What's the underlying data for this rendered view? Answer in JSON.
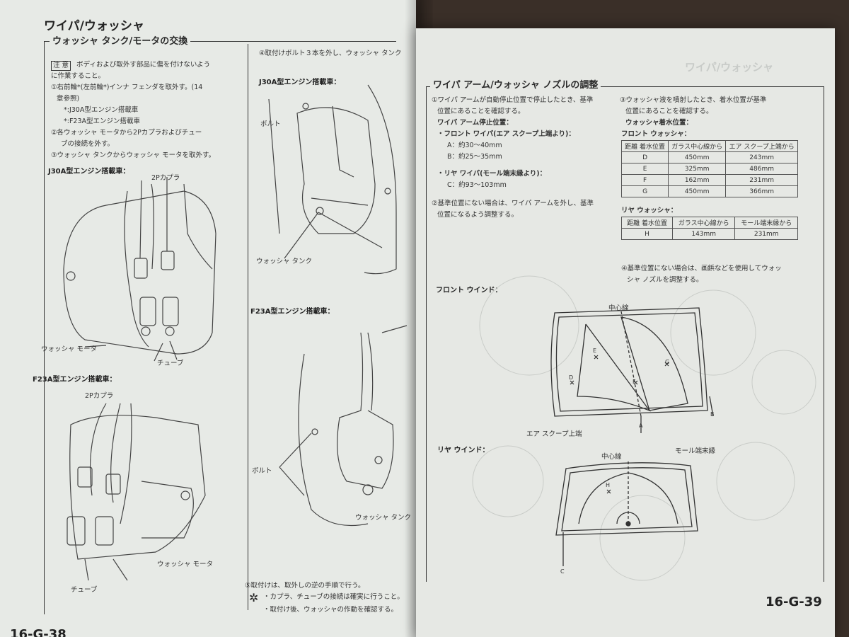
{
  "left_page": {
    "title": "ワイパ/ウォッシャ",
    "section_title": "ウォッシャ タンク/モータの交換",
    "caution_tag": "注 意",
    "steps": [
      "ボディおよび取外す部品に傷を付けないよう",
      "に作業すること。",
      "①右前輪*(左前輪*)インナ フェンダを取外す。(14",
      "章参照)",
      "*:J30A型エンジン搭載車",
      "*:F23A型エンジン搭載車",
      "②各ウォッシャ モータから2Pカプラおよびチュー",
      "ブの接続を外す。",
      "③ウォッシャ タンクからウォッシャ モータを取外す。"
    ],
    "caption_j30a_left": "J30A型エンジン搭載車：",
    "label_2p_coupler_1": "2Pカプラ",
    "label_washer_motor_1": "ウォッシャ モータ",
    "label_tube_1": "チューブ",
    "caption_f23a_left": "F23A型エンジン搭載車：",
    "label_2p_coupler_2": "2Pカプラ",
    "label_washer_motor_2": "ウォッシャ モータ",
    "label_tube_2": "チューブ",
    "step4": "④取付けボルト３本を外し、ウォッシャ タンク",
    "caption_j30a_right": "J30A型エンジン搭載車：",
    "label_bolt_1": "ボルト",
    "label_washer_tank_1": "ウォッシャ タンク",
    "caption_f23a_right": "F23A型エンジン搭載車：",
    "label_bolt_2": "ボルト",
    "label_washer_tank_2": "ウォッシャ タンク",
    "step5": "⑤取付けは、取外しの逆の手順で行う。",
    "note_1": "・カプラ、チューブの接続は確実に行うこと。",
    "note_2": "・取付け後、ウォッシャの作動を確認する。",
    "page_number_partial": "16-G-38"
  },
  "right_page": {
    "ghost_header": "ワイパ/ウォッシャ",
    "section_title": "ワイパ アーム/ウォッシャ ノズルの調整",
    "step1_lines": [
      "①ワイパ アームが自動停止位置で停止したとき、基準",
      "位置にあることを確認する。"
    ],
    "stop_position_title": "ワイパ アーム停止位置：",
    "front_wiper_label": "・フロント ワイパ(エア スクープ上端より)：",
    "front_a": "A：約30〜40mm",
    "front_b": "B：約25〜35mm",
    "rear_wiper_label": "・リヤ ワイパ(モール端末縁より)：",
    "rear_c": "C：約93〜103mm",
    "step2_lines": [
      "②基準位置にない場合は、ワイパ アームを外し、基準",
      "位置になるよう調整する。"
    ],
    "step3_lines": [
      "③ウォッシャ液を噴射したとき、着水位置が基準",
      "位置にあることを確認する。"
    ],
    "impact_title": "ウォッシャ着水位置：",
    "front_washer_label": "フロント ウォッシャ：",
    "front_table": {
      "headers": [
        "距離 着水位置",
        "ガラス中心線から",
        "エア スクープ上端から"
      ],
      "rows": [
        [
          "D",
          "450mm",
          "243mm"
        ],
        [
          "E",
          "325mm",
          "486mm"
        ],
        [
          "F",
          "162mm",
          "231mm"
        ],
        [
          "G",
          "450mm",
          "366mm"
        ]
      ]
    },
    "rear_washer_label": "リヤ ウォッシャ：",
    "rear_table": {
      "headers": [
        "距離 着水位置",
        "ガラス中心線から",
        "モール端末縁から"
      ],
      "rows": [
        [
          "H",
          "143mm",
          "231mm"
        ]
      ]
    },
    "step4_lines": [
      "④基準位置にない場合は、画鋲などを使用してウォッ",
      "シャ ノズルを調整する。"
    ],
    "front_window_label": "フロント ウインド：",
    "center_line_1": "中心線",
    "air_scoop_label": "エア スクープ上端",
    "rear_window_label": "リヤ ウインド：",
    "center_line_2": "中心線",
    "molding_label": "モール端末縁",
    "point_labels": [
      "A",
      "B",
      "C",
      "D",
      "E",
      "F",
      "G",
      "H"
    ],
    "page_number": "16-G-39"
  }
}
